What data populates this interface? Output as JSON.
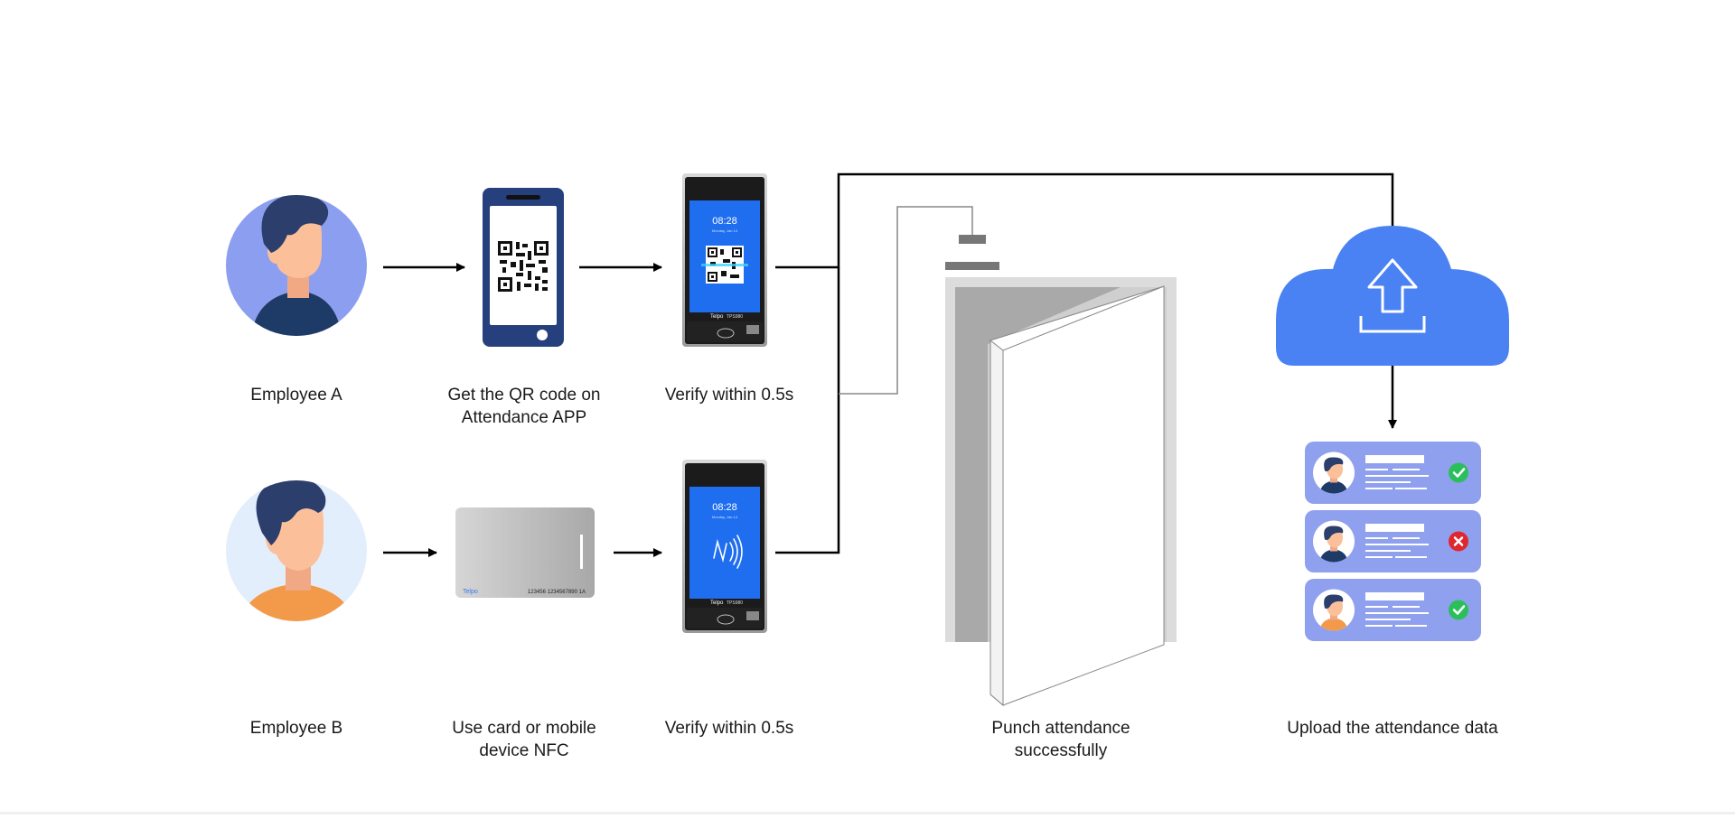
{
  "labels": {
    "employee_a": "Employee A",
    "qr_app_line1": "Get the QR code on",
    "qr_app_line2": "Attendance APP",
    "verify_top": "Verify within 0.5s",
    "employee_b": "Employee B",
    "nfc_line1": "Use card or mobile",
    "nfc_line2": "device NFC",
    "verify_bottom": "Verify within 0.5s",
    "punch_line1": "Punch attendance",
    "punch_line2": "successfully",
    "upload": "Upload the attendance data"
  },
  "device": {
    "time": "08:28",
    "date": "Monday, Jan 14",
    "brand": "Telpo",
    "model": "TPS980"
  },
  "card": {
    "brand": "Telpo",
    "number": "123456 1234567890 1A"
  },
  "records": [
    {
      "status": "success",
      "icon": "check-icon",
      "hair": "#2c3e6b",
      "shirt": "#1e3a66"
    },
    {
      "status": "failure",
      "icon": "cross-icon",
      "hair": "#2c3e6b",
      "shirt": "#1e3a66"
    },
    {
      "status": "success",
      "icon": "check-icon",
      "hair": "#2c3e6b",
      "shirt": "#f2994a"
    }
  ],
  "colors": {
    "cloud": "#4a82f3",
    "record_bg": "#8fa0ee",
    "employee_a_bg": "#8c9ef0",
    "employee_b_bg": "#e3eefc",
    "phone": "#263f7d",
    "screen": "#1f6ef0",
    "success": "#2bbf5c",
    "failure": "#e0262f"
  }
}
